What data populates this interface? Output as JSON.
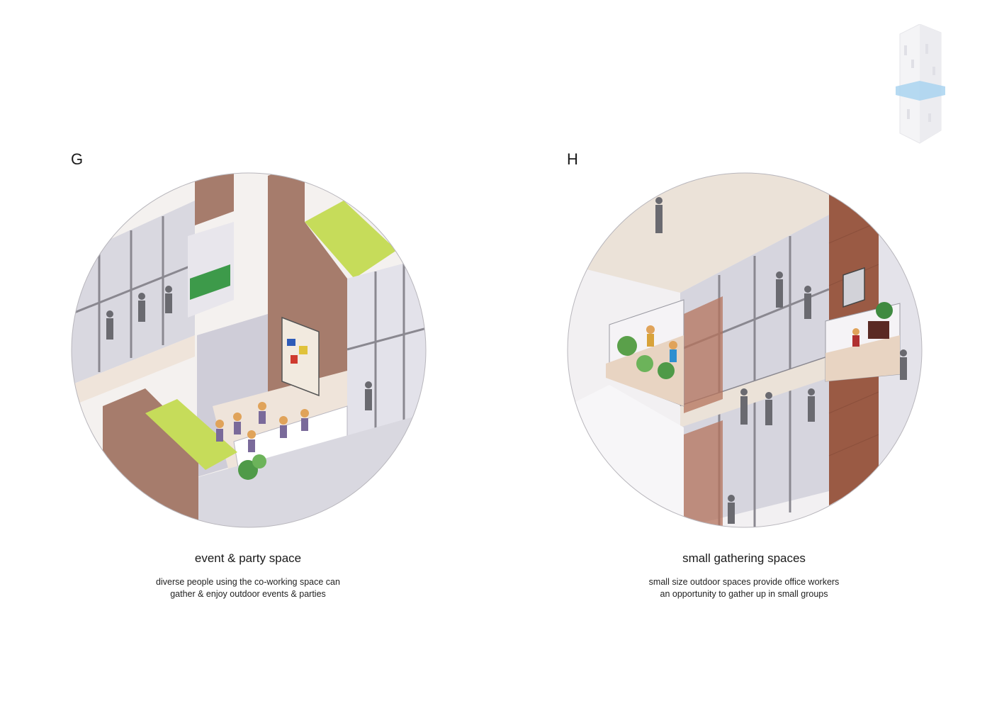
{
  "panels": [
    {
      "letter": "G",
      "title": "event & party space",
      "description_lines": [
        "diverse people using the co-working space can",
        "gather & enjoy outdoor events & parties"
      ]
    },
    {
      "letter": "H",
      "title": "small gathering spaces",
      "description_lines": [
        "small size outdoor spaces provide office workers",
        "an opportunity to gather up in small groups"
      ]
    }
  ],
  "colors": {
    "facade_frame": "#8a8890",
    "glass": "#dcdbe3",
    "floor": "#efe6dc",
    "timber_panel": "#a67c6c",
    "brick": "#9a5a44",
    "green_roof": "#c6dc5a",
    "highlight_band": "#a9d4f0"
  },
  "key_plan": {
    "icon": "tower-key-plan-icon"
  }
}
